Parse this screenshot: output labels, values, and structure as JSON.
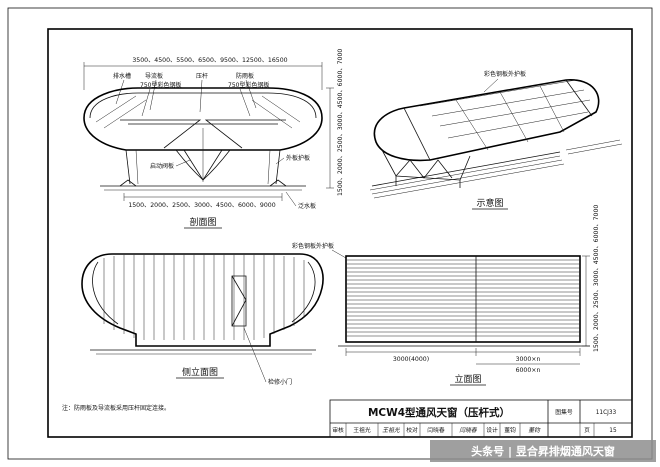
{
  "section": {
    "top_dims": "3500、4500、5500、6500、9500、12500、16500",
    "labels": {
      "drain": "排水槽",
      "guide": "导流板",
      "press": "压杆",
      "rain": "防雨板",
      "steel_left": "750型彩色钢板",
      "steel_right": "750型彩色钢板",
      "damper": "启动阀板",
      "parapet": "外板护板",
      "flash": "泛水板"
    },
    "bottom_dims": "1500、2000、2500、3000、4500、6000、9000",
    "right_dims": "1500、2000、2500、3000、4500、6000、7000",
    "caption": "剖面图"
  },
  "schematic": {
    "label": "彩色钢板外护板",
    "caption": "示意图"
  },
  "side": {
    "label": "检修小门",
    "caption": "侧立面图"
  },
  "front": {
    "label": "彩色钢板外护板",
    "dim_left": "3000(4000)",
    "dim_right": "3000×n",
    "dim_total": "6000×n",
    "right_dims": "1500、2000、2500、3000、4500、6000、7000",
    "caption": "立面图"
  },
  "note": "注：防雨板及导流板采用压杆固定连接。",
  "title_block": {
    "title": "MCW4型通风天窗（压杆式）",
    "atlas_label": "图集号",
    "atlas_no": "11CJ33",
    "review_label": "审核",
    "review_name": "王祖光",
    "review_sig": "王祖光",
    "check_label": "校对",
    "check_name": "闫晓春",
    "check_sig": "闫晓春",
    "design_label": "设计",
    "design_name": "董钧",
    "design_sig": "董钧",
    "page_label": "页",
    "page_no": "15"
  },
  "watermark": "头条号 | 昱合昇排烟通风天窗"
}
